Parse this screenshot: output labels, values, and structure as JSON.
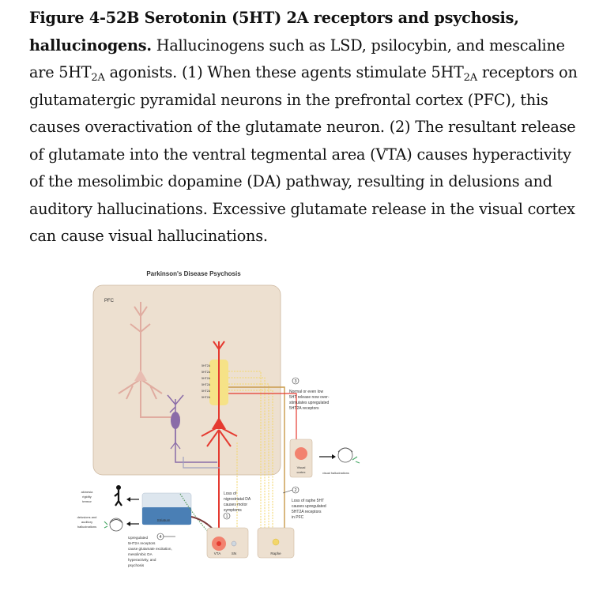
{
  "caption": {
    "lead": "Figure 4-52B Serotonin (5HT) 2A receptors and psychosis, hallucinogens.",
    "p1": " Hallucinogens such as LSD, psilocybin, and mescaline are 5HT",
    "sub1": "2A",
    "p2": " agonists. (1) When these agents stimulate 5HT",
    "sub2": "2A",
    "p3": " receptors on glutamatergic pyramidal neurons in the prefrontal cortex (PFC), this causes overactivation of the glutamate neuron. (2) The resultant release of glutamate into the ventral tegmental area (VTA) causes hyperactivity of the mesolimbic dopamine (DA) pathway, resulting in delusions and auditory hallucinations. Excessive glutamate release in the visual cortex can cause visual hallucinations."
  },
  "figure": {
    "title": "Parkinson's Disease Psychosis",
    "pfc_label": "PFC",
    "receptor_labels": [
      "5HT2A",
      "5HT2A",
      "5HT2A",
      "5HT2A",
      "5HT2A",
      "5HT2A"
    ],
    "step3_number": "3",
    "step3_text": [
      "Normal or even low",
      "5HT release now over-",
      "stimulates upregulated",
      "5HT2A receptors"
    ],
    "visual_cortex_label": [
      "Visual",
      "cortex"
    ],
    "visual_hallucinations_label": "visual hallucinations",
    "akinesia_label": [
      "akinesia",
      "rigidity",
      "tremor"
    ],
    "delusions_label": [
      "delusions and",
      "auditory",
      "hallucinations"
    ],
    "striatum_label": "Striatum",
    "step1_text": [
      "Loss of",
      "nigrostriatal DA",
      "causes motor",
      "symptoms"
    ],
    "step1_number": "1",
    "step2_number": "2",
    "step2_text": [
      "Loss of raphe 5HT",
      "causes upregulated",
      "5HT2A receptors",
      "in PFC"
    ],
    "step4_number": "4",
    "step4_text": [
      "Upregulated",
      "5HT2A receptors",
      "cause glutamate excitation,",
      "mesolimbic DA",
      "hyperactivity, and",
      "psychosis"
    ],
    "vta_label": "VTA",
    "sn_label": "SN",
    "raphe_label": "Raphe"
  },
  "colors": {
    "pfc_box": "#ede0d0",
    "glutamate_neuron": "#e53a30",
    "pyramidal_neuron": "#e8bdb2",
    "gaba_neuron": "#8a6ca8",
    "receptor_highlight": "#f7e27a",
    "striatum": "#4a7fb5",
    "serotonin_path": "#f3d66a"
  }
}
